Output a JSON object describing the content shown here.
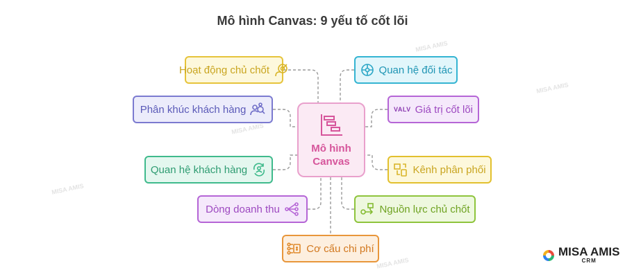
{
  "title": "Mô hình Canvas: 9 yếu tố cốt lõi",
  "center": {
    "label_line1": "Mô hình",
    "label_line2": "Canvas"
  },
  "nodes": {
    "key_activities": {
      "label": "Hoạt động chủ chốt",
      "color": "#e6c33a",
      "bg": "#fdf8dc"
    },
    "key_partners": {
      "label": "Quan hệ đối tác",
      "color": "#34b4d2",
      "bg": "#e2f6fb"
    },
    "customer_segments": {
      "label": "Phân khúc khách hàng",
      "color": "#7b7ad0",
      "bg": "#ececfb"
    },
    "value_propositions": {
      "label": "Giá trị cốt lõi",
      "color": "#b565d6",
      "bg": "#f5e9fb",
      "icon_text": "VALV"
    },
    "customer_relationships": {
      "label": "Quan hệ khách hàng",
      "color": "#3fba8c",
      "bg": "#e4f7ef"
    },
    "channels": {
      "label": "Kênh phân phối",
      "color": "#e2c02e",
      "bg": "#fdf8dc"
    },
    "revenue_streams": {
      "label": "Dòng doanh thu",
      "color": "#b565d6",
      "bg": "#f5e9fb"
    },
    "key_resources": {
      "label": "Nguồn lực chủ chốt",
      "color": "#8ec43c",
      "bg": "#eef8df"
    },
    "cost_structure": {
      "label": "Cơ cấu chi phí",
      "color": "#e8963a",
      "bg": "#fdefdf"
    }
  },
  "brand": {
    "name": "MISA AMIS",
    "sub": "CRM"
  },
  "watermark": "MISA AMIS"
}
